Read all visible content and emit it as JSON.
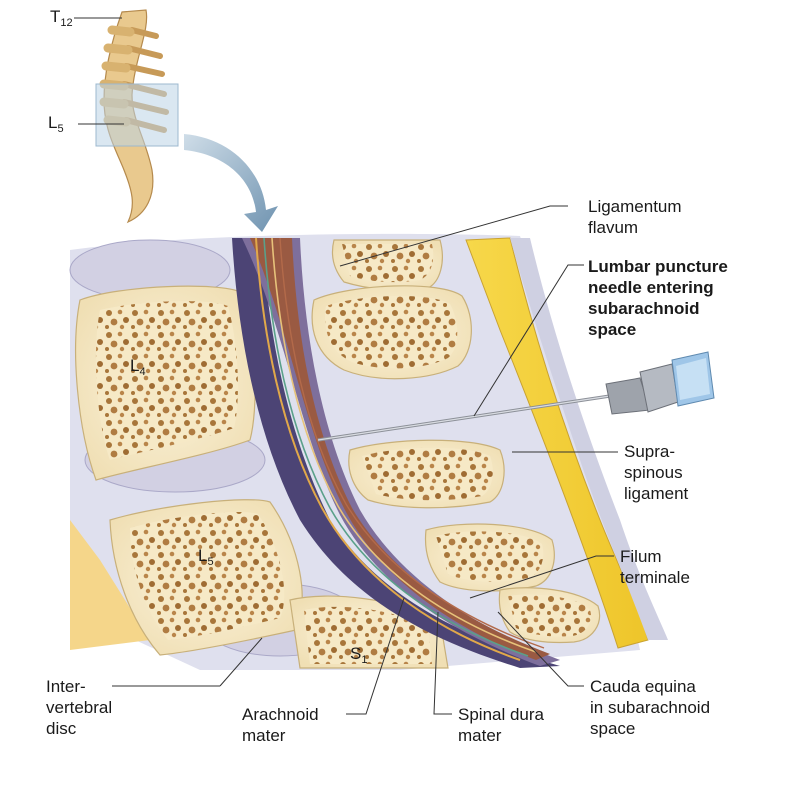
{
  "labels": {
    "t12": {
      "main": "T",
      "sub": "12"
    },
    "l5_top": {
      "main": "L",
      "sub": "5"
    },
    "l4": {
      "main": "L",
      "sub": "4"
    },
    "l5": {
      "main": "L",
      "sub": "5"
    },
    "s1": {
      "main": "S",
      "sub": "1"
    },
    "ligamentum_flavum": "Ligamentum\nflavum",
    "needle": "Lumbar puncture\nneedle entering\nsubarachnoid\nspace",
    "supraspinous": "Supra-\nspinous\nligament",
    "filum": "Filum\nterminale",
    "cauda_equina": "Cauda equina\nin subarachnoid\nspace",
    "intervertebral": "Inter-\nvertebral\ndisc",
    "arachnoid": "Arachnoid\nmater",
    "dura": "Spinal dura\nmater"
  }
}
